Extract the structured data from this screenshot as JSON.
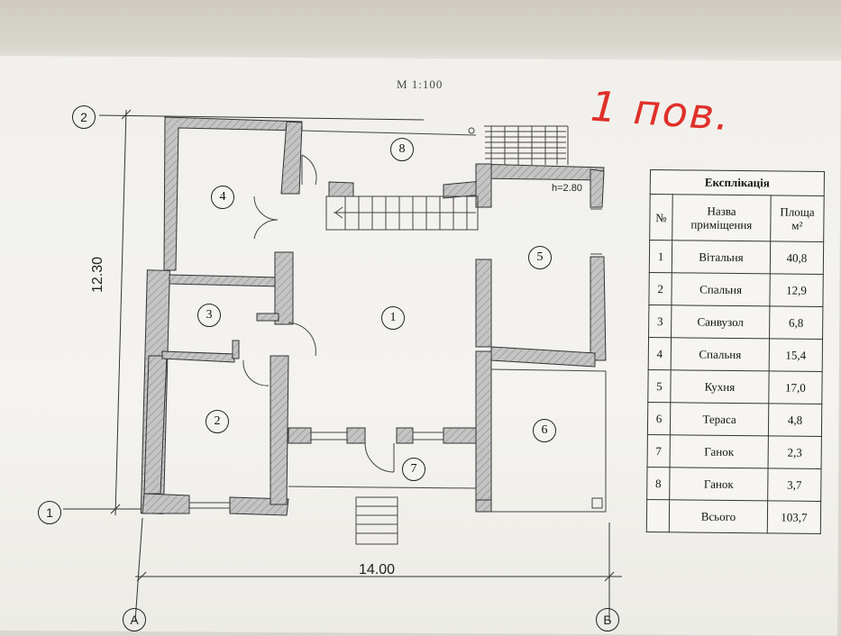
{
  "sheet": {
    "scale": "М 1:100",
    "handwritten_note": "1 пов.",
    "height_label": "h=2.80",
    "dimension_vertical": "12.30",
    "dimension_horizontal": "14.00"
  },
  "axes": {
    "row_top": "2",
    "row_bottom": "1",
    "col_left": "А",
    "col_right": "Б"
  },
  "rooms": [
    "1",
    "2",
    "3",
    "4",
    "5",
    "6",
    "7",
    "8"
  ],
  "explication": {
    "title": "Експлікація",
    "headers": {
      "num": "№",
      "name": "Назва приміщення",
      "area": "Площа м²"
    },
    "rows": [
      {
        "num": "1",
        "name": "Вітальня",
        "area": "40,8"
      },
      {
        "num": "2",
        "name": "Спальня",
        "area": "12,9"
      },
      {
        "num": "3",
        "name": "Санвузол",
        "area": "6,8"
      },
      {
        "num": "4",
        "name": "Спальня",
        "area": "15,4"
      },
      {
        "num": "5",
        "name": "Кухня",
        "area": "17,0"
      },
      {
        "num": "6",
        "name": "Тераса",
        "area": "4,8"
      },
      {
        "num": "7",
        "name": "Ганок",
        "area": "2,3"
      },
      {
        "num": "8",
        "name": "Ганок",
        "area": "3,7"
      }
    ],
    "total_label": "Всього",
    "total_area": "103,7"
  },
  "colors": {
    "wall_fill": "#b8b8b8",
    "ink": "#222222",
    "annotation": "#e0302a"
  }
}
